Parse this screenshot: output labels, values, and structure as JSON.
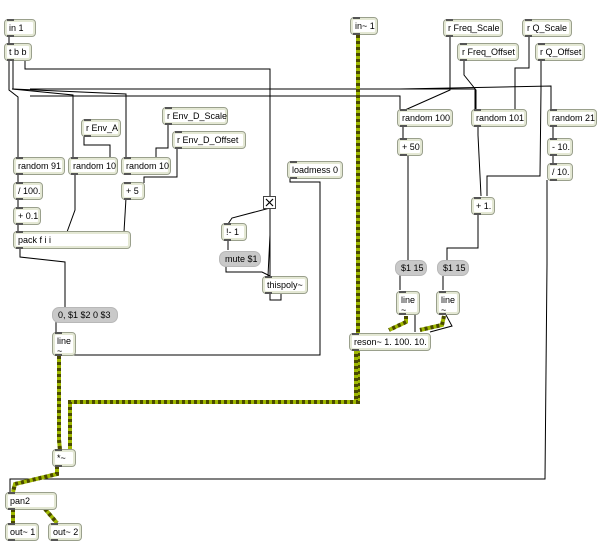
{
  "patch": {
    "objects": {
      "in1": "in 1",
      "tbb": "t b b",
      "in_sig": "in~ 1",
      "r_freq_scale": "r Freq_Scale",
      "r_q_scale": "r Q_Scale",
      "r_freq_offset": "r Freq_Offset",
      "r_q_offset": "r Q_Offset",
      "r_env_a": "r Env_A",
      "r_env_d_scale": "r Env_D_Scale",
      "r_env_d_offset": "r Env_D_Offset",
      "random91": "random 91",
      "random10a": "random 10",
      "random10b": "random 10",
      "div100": "/ 100.",
      "plus5": "+ 5",
      "plus01": "+ 0.1",
      "pack": "pack f i i",
      "loadmess": "loadmess 0",
      "not1": "!- 1",
      "thispoly": "thispoly~",
      "random100": "random 100",
      "random101": "random 101",
      "random21": "random 21",
      "plus50": "+ 50",
      "minus10": "- 10.",
      "div10": "/ 10.",
      "plus1": "+ 1.",
      "line_env_label": "line",
      "line_env_tilde": "~",
      "line_freq_label": "line",
      "line_freq_tilde": "~",
      "line_q_label": "line",
      "line_q_tilde": "~",
      "reson": "reson~ 1. 100. 10.",
      "times": "*~",
      "pan2": "pan2",
      "out1": "out~ 1",
      "out2": "out~ 2"
    },
    "messages": {
      "mute": "mute $1",
      "env": "0, $1 $2 0 $3",
      "freq": "$1 15",
      "q": "$1 15"
    },
    "toggle": {
      "state": "on"
    }
  }
}
